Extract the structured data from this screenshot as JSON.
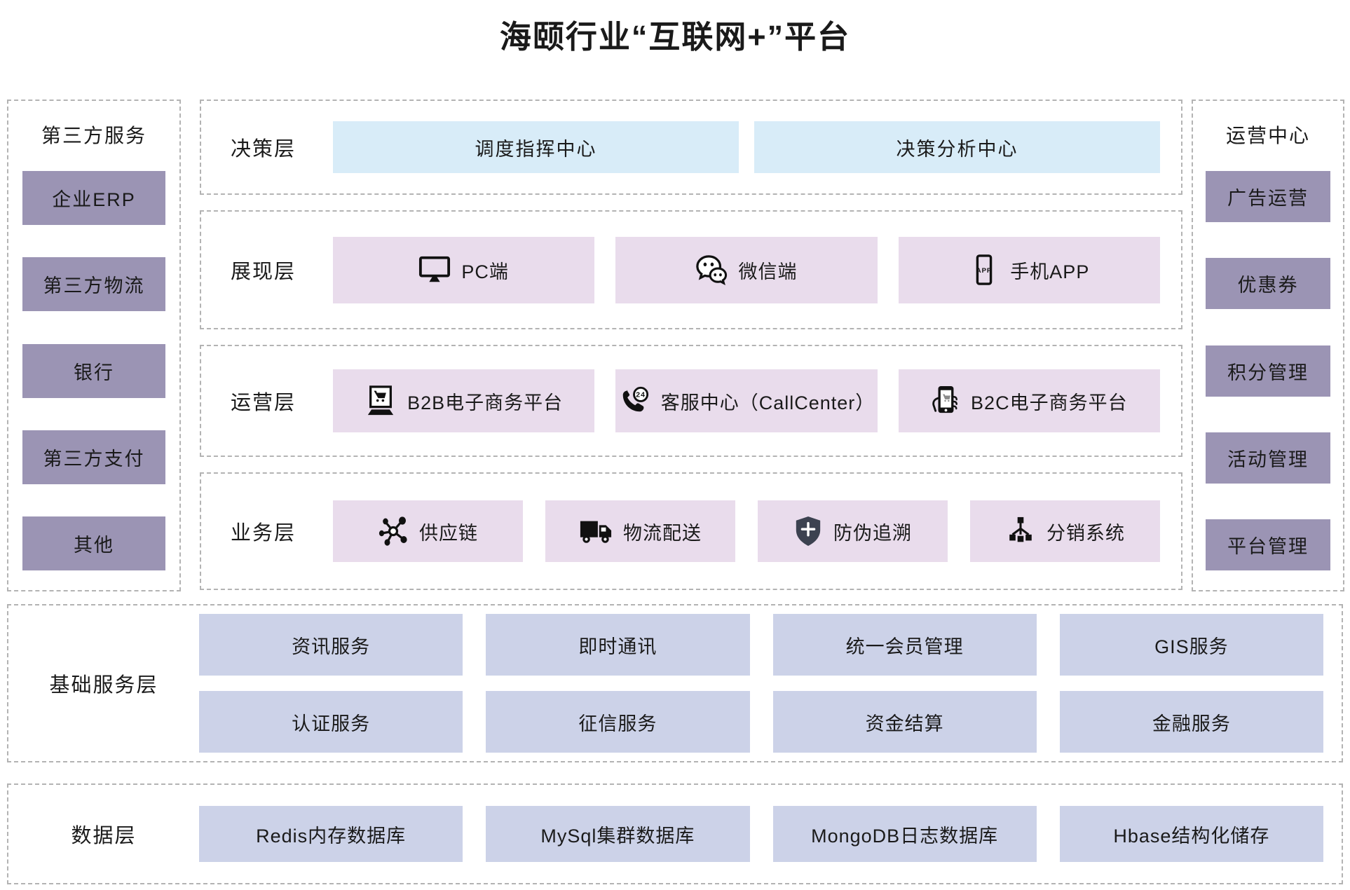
{
  "title": "海颐行业“互联网+”平台",
  "third_party": {
    "title": "第三方服务",
    "items": [
      "企业ERP",
      "第三方物流",
      "银行",
      "第三方支付",
      "其他"
    ]
  },
  "operation_center": {
    "title": "运营中心",
    "items": [
      "广告运营",
      "优惠券",
      "积分管理",
      "活动管理",
      "平台管理"
    ]
  },
  "decision": {
    "label": "决策层",
    "items": [
      "调度指挥中心",
      "决策分析中心"
    ]
  },
  "presentation": {
    "label": "展现层",
    "items": [
      {
        "icon": "monitor-icon",
        "label": "PC端"
      },
      {
        "icon": "wechat-icon",
        "label": "微信端"
      },
      {
        "icon": "mobile-app-icon",
        "label": "手机APP"
      }
    ]
  },
  "operation": {
    "label": "运营层",
    "items": [
      {
        "icon": "laptop-cart-icon",
        "label": "B2B电子商务平台"
      },
      {
        "icon": "callcenter-24-icon",
        "label": "客服中心（CallCenter）"
      },
      {
        "icon": "hand-phone-icon",
        "label": "B2C电子商务平台"
      }
    ]
  },
  "business": {
    "label": "业务层",
    "items": [
      {
        "icon": "supply-chain-icon",
        "label": "供应链"
      },
      {
        "icon": "truck-icon",
        "label": "物流配送"
      },
      {
        "icon": "shield-icon",
        "label": "防伪追溯"
      },
      {
        "icon": "distribution-icon",
        "label": "分销系统"
      }
    ]
  },
  "base_services": {
    "label": "基础服务层",
    "rows": [
      [
        "资讯服务",
        "即时通讯",
        "统一会员管理",
        "GIS服务"
      ],
      [
        "认证服务",
        "征信服务",
        "资金结算",
        "金融服务"
      ]
    ]
  },
  "data_layer": {
    "label": "数据层",
    "items": [
      "Redis内存数据库",
      "MySql集群数据库",
      "MongoDB日志数据库",
      "Hbase结构化储存"
    ]
  },
  "icon_text": {
    "app": "APP",
    "badge24": "24"
  },
  "colors": {
    "decision_box": "#d8ecf8",
    "presentation_box": "#e9dcec",
    "side_box": "#9b94b4",
    "service_box": "#ccd2e8",
    "shield": "#3c4250",
    "dashed_border": "#b3b3b3"
  }
}
